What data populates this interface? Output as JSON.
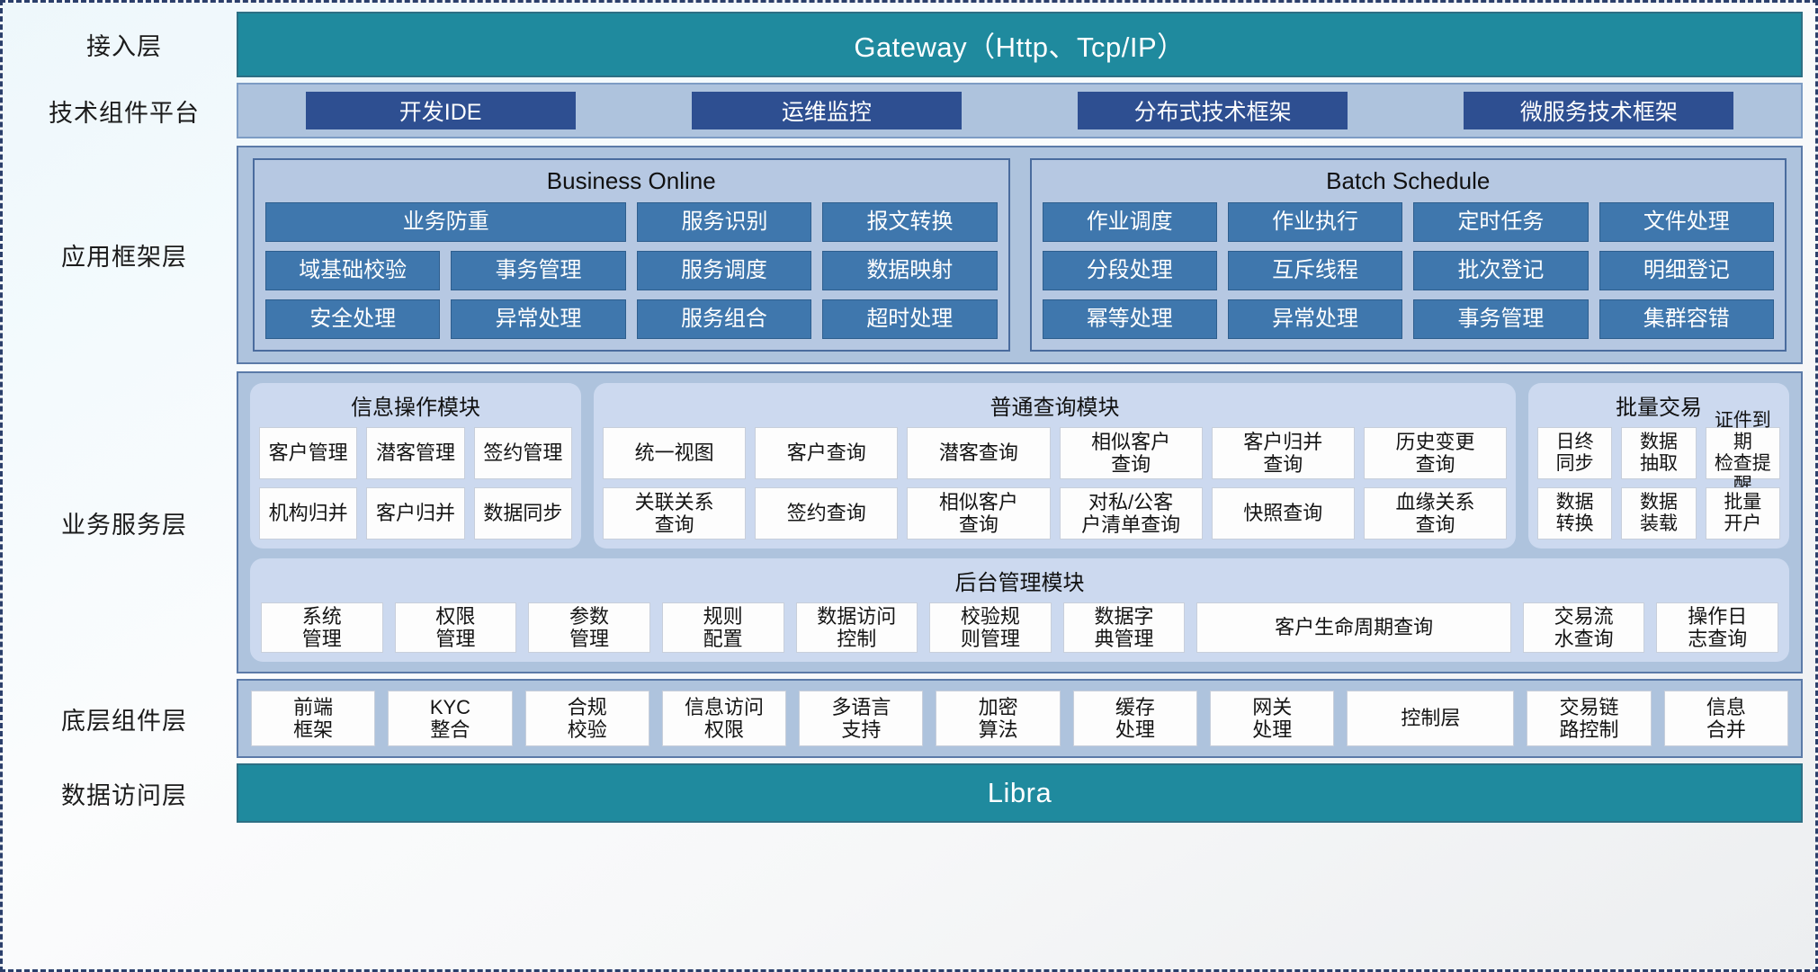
{
  "layers": {
    "access": "接入层",
    "tech_platform": "技术组件平台",
    "app_framework": "应用框架层",
    "business_service": "业务服务层",
    "base_component": "底层组件层",
    "data_access": "数据访问层"
  },
  "gateway": {
    "label": "Gateway（Http、Tcp/IP）"
  },
  "libra": {
    "label": "Libra"
  },
  "tech_buttons": [
    "开发IDE",
    "运维监控",
    "分布式技术框架",
    "微服务技术框架"
  ],
  "app_framework": {
    "business_online": {
      "title": "Business Online",
      "rows": [
        [
          "业务防重",
          "服务识别",
          "报文转换"
        ],
        [
          "域基础校验",
          "事务管理",
          "服务调度",
          "数据映射"
        ],
        [
          "安全处理",
          "异常处理",
          "服务组合",
          "超时处理"
        ]
      ]
    },
    "batch_schedule": {
      "title": "Batch Schedule",
      "rows": [
        [
          "作业调度",
          "作业执行",
          "定时任务",
          "文件处理"
        ],
        [
          "分段处理",
          "互斥线程",
          "批次登记",
          "明细登记"
        ],
        [
          "幂等处理",
          "异常处理",
          "事务管理",
          "集群容错"
        ]
      ]
    }
  },
  "business_service": {
    "info_module": {
      "title": "信息操作模块",
      "rows": [
        [
          "客户管理",
          "潜客管理",
          "签约管理"
        ],
        [
          "机构归并",
          "客户归并",
          "数据同步"
        ]
      ]
    },
    "query_module": {
      "title": "普通查询模块",
      "rows": [
        [
          "统一视图",
          "客户查询",
          "潜客查询",
          "相似客户\n查询",
          "客户归并\n查询",
          "历史变更\n查询"
        ],
        [
          "关联关系\n查询",
          "签约查询",
          "相似客户\n查询",
          "对私/公客\n户清单查询",
          "快照查询",
          "血缘关系\n查询"
        ]
      ]
    },
    "batch_module": {
      "title": "批量交易",
      "rows": [
        [
          "日终\n同步",
          "数据\n抽取",
          "证件到期\n检查提醒"
        ],
        [
          "数据\n转换",
          "数据\n装载",
          "批量\n开户"
        ]
      ]
    },
    "admin_module": {
      "title": "后台管理模块",
      "items": [
        "系统\n管理",
        "权限\n管理",
        "参数\n管理",
        "规则\n配置",
        "数据访问\n控制",
        "校验规\n则管理",
        "数据字\n典管理",
        "客户生命周期查询",
        "交易流\n水查询",
        "操作日\n志查询"
      ]
    }
  },
  "base_components": [
    "前端\n框架",
    "KYC\n整合",
    "合规\n校验",
    "信息访问\n权限",
    "多语言\n支持",
    "加密\n算法",
    "缓存\n处理",
    "网关\n处理",
    "控制层",
    "交易链\n路控制",
    "信息\n合并"
  ],
  "colors": {
    "teal": "#1f8a9e",
    "deep_blue": "#2e4f91",
    "mid_blue": "#3f77ad",
    "band_blue": "#aec3dd",
    "group_light": "#ccd9ef"
  }
}
